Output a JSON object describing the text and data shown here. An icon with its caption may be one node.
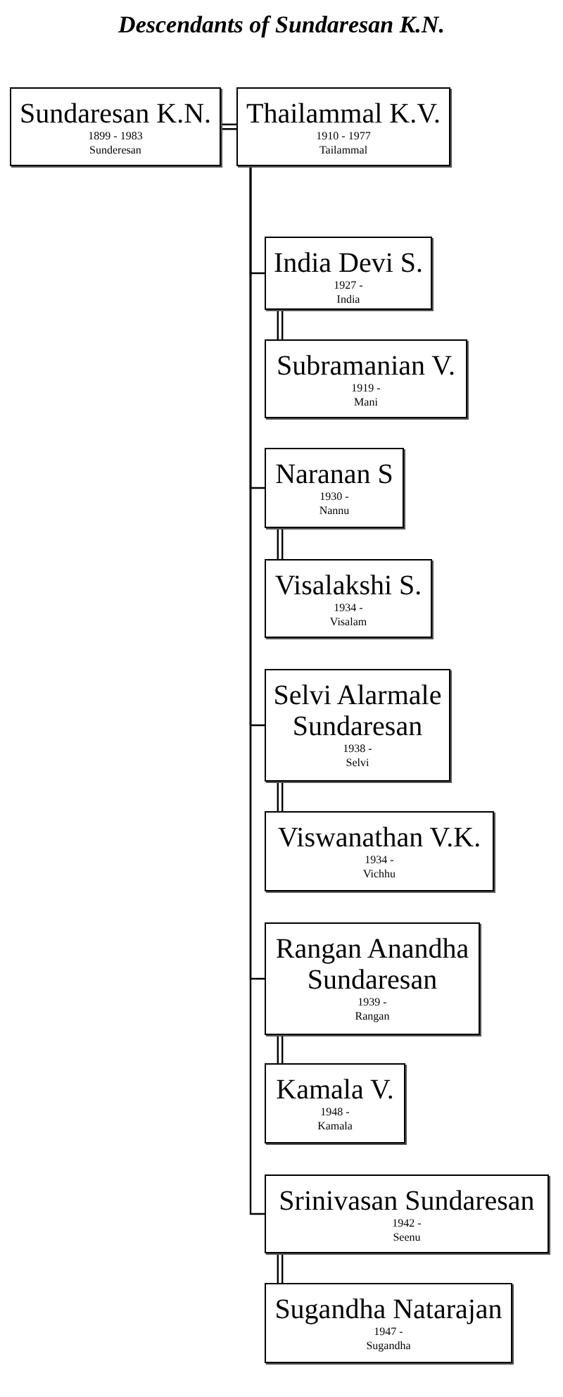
{
  "diagram": {
    "title": "Descendants of Sundaresan K.N.",
    "nodes": [
      {
        "text": [
          "Sundaresan K.N.",
          "1899 - 1983",
          "Sunderesan"
        ]
      },
      {
        "text": [
          "Thailammal K.V.",
          "1910 - 1977",
          "Tailammal"
        ]
      },
      {
        "text": [
          "India Devi S.",
          "1927 -",
          "India"
        ]
      },
      {
        "text": [
          "Subramanian V.",
          "1919 -",
          "Mani"
        ]
      },
      {
        "text": [
          "Naranan S",
          "1930 -",
          "Nannu"
        ]
      },
      {
        "text": [
          "Visalakshi S.",
          "1934 -",
          "Visalam"
        ]
      },
      {
        "text": [
          "Selvi Alarmale Sundaresan",
          "1938 -",
          "Selvi"
        ]
      },
      {
        "text": [
          "Viswanathan V.K.",
          "1934 -",
          "Vichhu"
        ]
      },
      {
        "text": [
          "Rangan Anandha Sundaresan",
          "1939 -",
          "Rangan"
        ]
      },
      {
        "text": [
          "Kamala V.",
          "1948 -",
          "Kamala"
        ]
      },
      {
        "text": [
          "Srinivasan Sundaresan",
          "1942 -",
          "Seenu"
        ]
      },
      {
        "text": [
          "Sugandha Natarajan",
          "1947 -",
          "Sugandha"
        ]
      }
    ],
    "edges": [
      {
        "from": 0,
        "to": 1,
        "arrow": "none"
      },
      {
        "from": 1,
        "to": 2,
        "arrow": "none"
      },
      {
        "from": 2,
        "to": 3,
        "arrow": "none"
      },
      {
        "from": 1,
        "to": 4,
        "arrow": "none"
      },
      {
        "from": 4,
        "to": 5,
        "arrow": "none"
      },
      {
        "from": 1,
        "to": 6,
        "arrow": "none"
      },
      {
        "from": 6,
        "to": 7,
        "arrow": "none"
      },
      {
        "from": 1,
        "to": 8,
        "arrow": "none"
      },
      {
        "from": 8,
        "to": 9,
        "arrow": "none"
      },
      {
        "from": 1,
        "to": 10,
        "arrow": "none"
      },
      {
        "from": 10,
        "to": 11,
        "arrow": "none"
      }
    ]
  }
}
